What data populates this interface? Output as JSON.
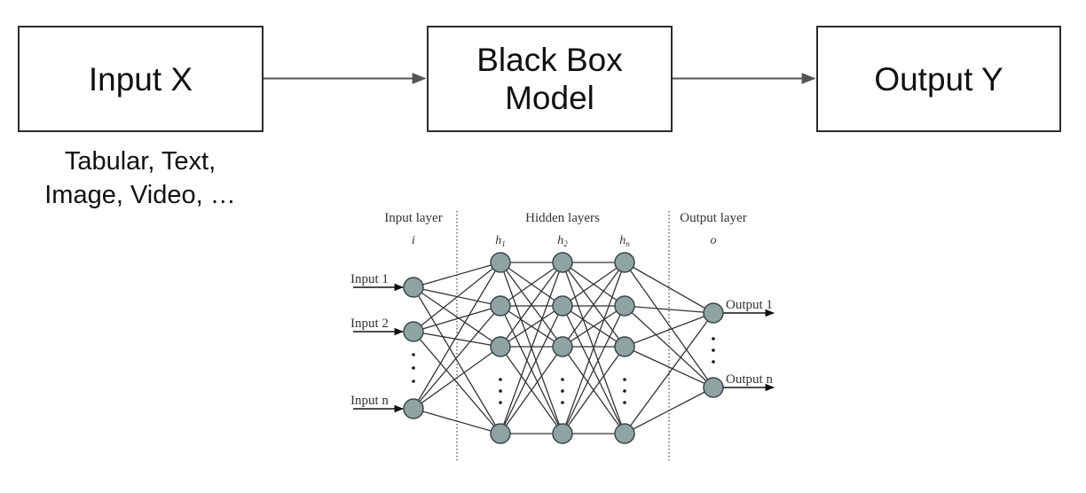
{
  "flow": {
    "input_box": {
      "label": "Input X"
    },
    "model_box": {
      "line1": "Black Box",
      "line2": "Model"
    },
    "output_box": {
      "label": "Output Y"
    },
    "input_caption": {
      "line1": "Tabular, Text,",
      "line2": "Image, Video, …"
    }
  },
  "network": {
    "section_titles": {
      "input": "Input layer",
      "hidden": "Hidden layers",
      "output": "Output layer"
    },
    "layer_symbols": {
      "input": "i",
      "hidden": [
        "h1",
        "h2",
        "hn"
      ],
      "output": "o"
    },
    "input_labels": [
      "Input 1",
      "Input 2",
      "Input n"
    ],
    "output_labels": [
      "Output 1",
      "Output n"
    ],
    "ellipsis": "⋮",
    "colors": {
      "node_fill": "#8fa3a3",
      "node_stroke": "#3a4646",
      "edge": "#333333",
      "divider": "#444444"
    },
    "layers": [
      {
        "name": "input",
        "visible_nodes": 3,
        "ellipsis_after": 2
      },
      {
        "name": "hidden-1",
        "visible_nodes": 4,
        "ellipsis_after": 3
      },
      {
        "name": "hidden-2",
        "visible_nodes": 4,
        "ellipsis_after": 3
      },
      {
        "name": "hidden-n",
        "visible_nodes": 4,
        "ellipsis_after": 3
      },
      {
        "name": "output",
        "visible_nodes": 2,
        "ellipsis_after": 1
      }
    ],
    "connectivity": "fully-connected"
  }
}
